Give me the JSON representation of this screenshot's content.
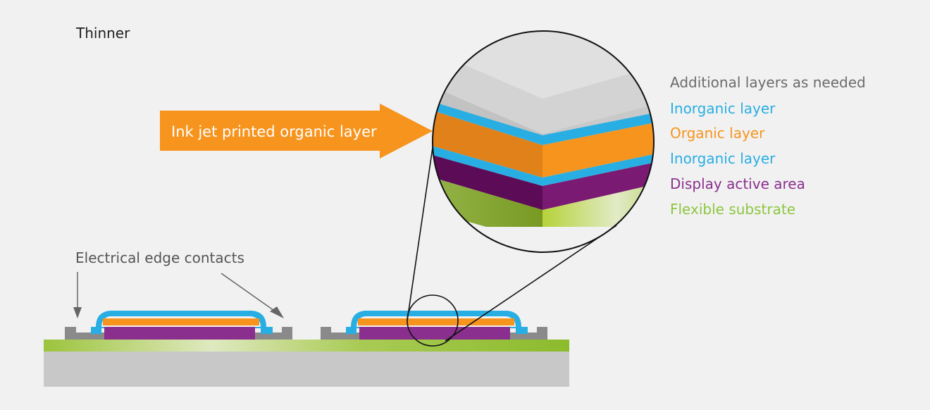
{
  "title": "Thinner",
  "arrow_label": "Ink jet printed organic layer",
  "contacts_label": "Electrical edge contacts",
  "legend": [
    {
      "text": "Additional layers as needed",
      "color": "#6b6b6b"
    },
    {
      "text": "Inorganic layer",
      "color": "#29aee3"
    },
    {
      "text": "Organic layer",
      "color": "#f7941d"
    },
    {
      "text": "Inorganic layer",
      "color": "#29aee3"
    },
    {
      "text": "Display active area",
      "color": "#8b2f8e"
    },
    {
      "text": "Flexible substrate",
      "color": "#8dc63f"
    }
  ],
  "colors": {
    "orange": "#f7941d",
    "blue": "#29aee3",
    "purple": "#8b2f8e",
    "green": "#8dc63f",
    "gray_base": "#c8c8c8",
    "gray_contact": "#8a8a8a"
  }
}
